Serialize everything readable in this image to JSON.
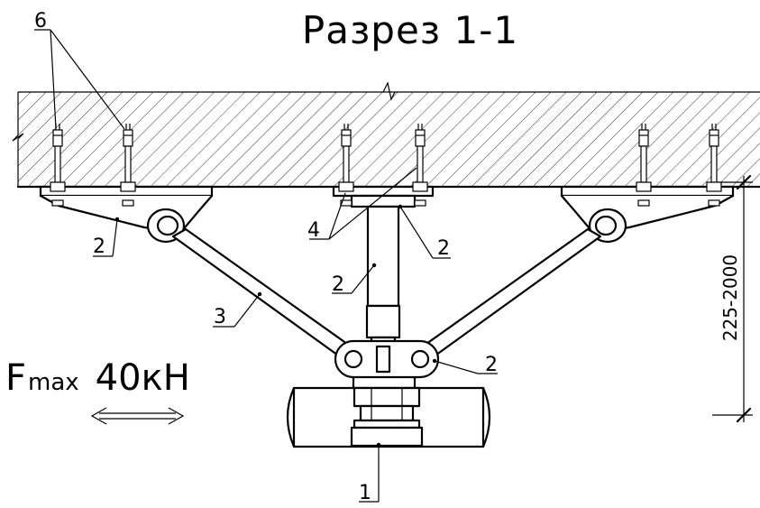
{
  "title": "Разрез 1-1",
  "force": {
    "symbol": "F",
    "subscript": "max",
    "value": "40кН"
  },
  "dimension": "225-2000",
  "callouts": {
    "pipe_clamp": "1",
    "hanger_body_left": "2",
    "hanger_body_right": "2",
    "column": "2",
    "lower_joint": "2",
    "brace": "3",
    "plate_fasteners": "4",
    "anchors": "6"
  }
}
